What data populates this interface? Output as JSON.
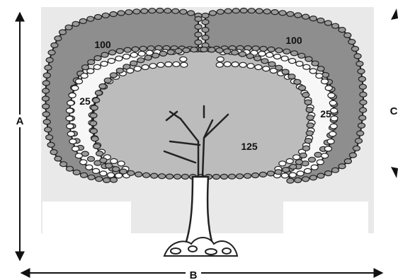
{
  "dimensions": {
    "a_label": "A",
    "b_label": "B",
    "c_label": "C"
  },
  "zones": {
    "outer_left": "100",
    "outer_right": "100",
    "middle_left": "25",
    "middle_right": "25",
    "inner": "125"
  },
  "colors": {
    "outer_zone": "#8e8e8e",
    "middle_zone": "#f7f7f7",
    "inner_zone": "#bcbcbc",
    "outline": "#222222",
    "background": "#ffffff"
  }
}
